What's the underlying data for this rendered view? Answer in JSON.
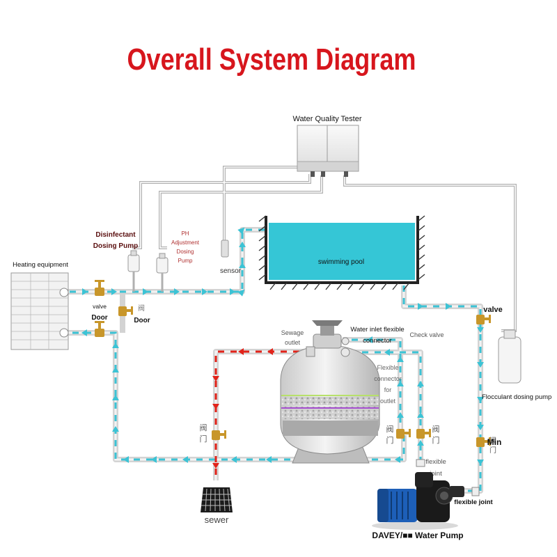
{
  "title": "Overall System Diagram",
  "labels": {
    "water_quality_tester": "Water Quality Tester",
    "disinfectant_line1": "Disinfectant",
    "disinfectant_line2": "Dosing Pump",
    "ph_line1": "PH",
    "ph_line2": "Adjustment",
    "ph_line3": "Dosing",
    "ph_line4": "Pump",
    "sensor": "sensor",
    "swimming_pool": "swimming pool",
    "heating_equipment": "Heating equipment",
    "valve_left": "valve",
    "door_left": "Door",
    "door_mid_glyph": "阀",
    "door_mid": "Door",
    "sewage_line1": "Sewage",
    "sewage_line2": "outlet",
    "inlet_line1": "Water inlet flexible",
    "inlet_line2": "connector",
    "check_valve": "Check valve",
    "flex_outlet_line1": "Flexible",
    "flex_outlet_line2": "connector",
    "flex_outlet_line3": "for",
    "flex_outlet_line4": "outlet",
    "valve_right": "valve",
    "flocculant": "Flocculant dosing pump",
    "valve_glyph_a1": "阀",
    "valve_glyph_a2": "门",
    "valve_glyph_b1": "阀",
    "valve_glyph_b2": "门",
    "valve_glyph_c1": "阀",
    "valve_glyph_c2": "门",
    "valve_glyph_d1": "阀",
    "valve_glyph_d2": "门",
    "min": "Min",
    "flexible_joint_line1": "flexible",
    "flexible_joint_line2": "joint",
    "flexible_joint_right": "flexible joint",
    "sewer": "sewer",
    "pump_name": "DAVEY/■■ Water Pump"
  },
  "colors": {
    "title": "#d7161d",
    "pool_water": "#35c6d6",
    "flow_blue": "#3cc3d5",
    "flow_red": "#e2231a",
    "pipe": "#b8b8b8",
    "valve_brass": "#c8962a",
    "pump_blue": "#1d5fb8"
  }
}
